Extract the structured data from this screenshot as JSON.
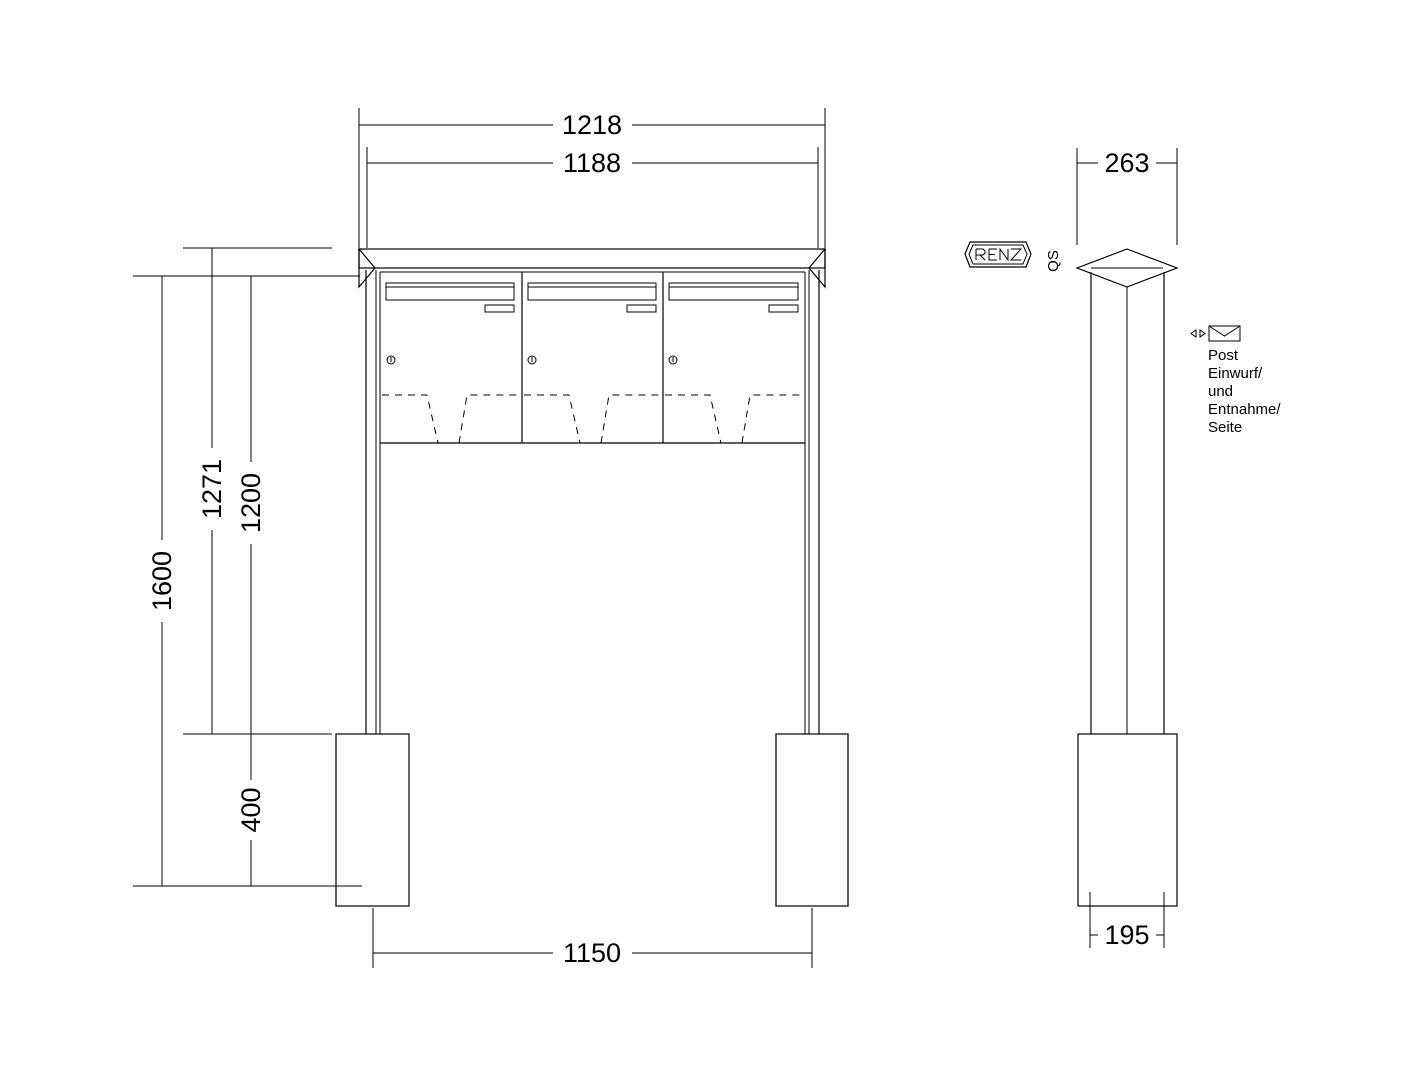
{
  "front_view": {
    "dimensions": {
      "total_width": "1218",
      "inner_width": "1188",
      "base_spacing": "1150",
      "total_height": "1600",
      "box_height": "1271",
      "post_height": "1200",
      "base_height": "400"
    },
    "mailbox_count": 3
  },
  "side_view": {
    "dimensions": {
      "roof_depth": "263",
      "base_depth": "195"
    },
    "logo": {
      "brand": "RENZ",
      "mark": "QS"
    },
    "note_lines": [
      "Post",
      "Einwurf/",
      "und",
      "Entnahme/",
      "Seite"
    ],
    "icons": [
      "arrows-icon",
      "envelope-icon"
    ]
  }
}
